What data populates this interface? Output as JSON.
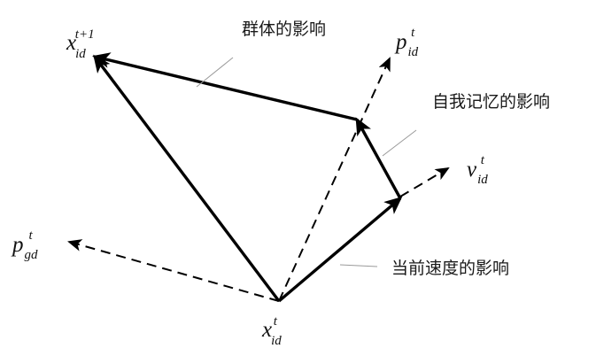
{
  "diagram": {
    "labels": {
      "x_next": {
        "base": "x",
        "sub": "id",
        "sup": "t+1"
      },
      "p_id": {
        "base": "p",
        "sub": "id",
        "sup": "t"
      },
      "v_id": {
        "base": "v",
        "sub": "id",
        "sup": "t"
      },
      "p_gd": {
        "base": "p",
        "sub": "gd",
        "sup": "t"
      },
      "x_cur": {
        "base": "x",
        "sub": "id",
        "sup": "t"
      }
    },
    "annotations": {
      "social": "群体的影响",
      "cognitive": "自我记忆的影响",
      "inertia": "当前速度的影响"
    },
    "colors": {
      "stroke": "#000000",
      "leader": "#9a9a9a",
      "text": "#1a1a1a"
    }
  }
}
